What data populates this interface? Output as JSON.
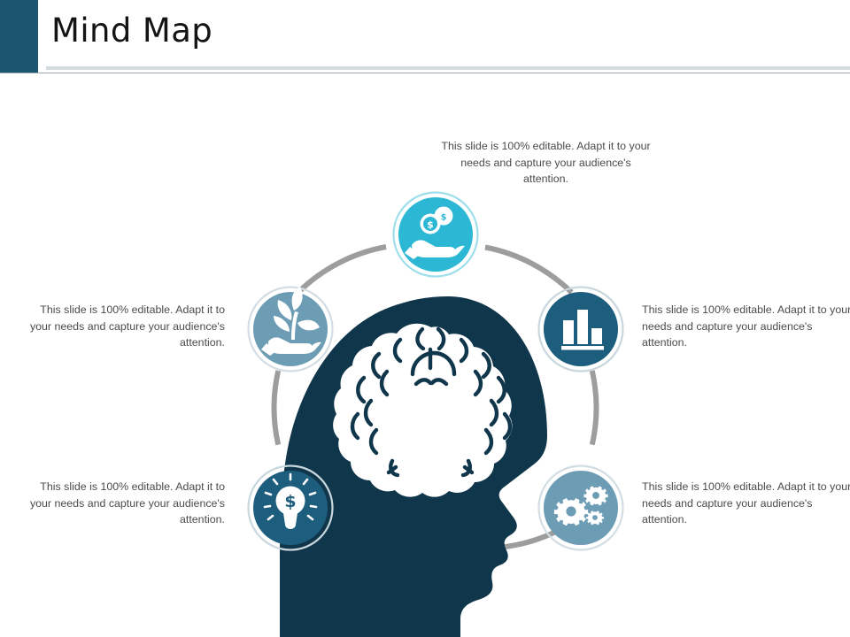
{
  "slide": {
    "title": "Mind Map",
    "accent_color": "#1b5670",
    "background_color": "#ffffff",
    "divider_color": "#d3dbdf"
  },
  "diagram": {
    "type": "circular-mind-map",
    "center": {
      "icon": "head-with-brain-icon",
      "label": "Head with brain silhouette",
      "color": "#10364b"
    },
    "ring": {
      "color": "#9d9d9d",
      "stroke_width": 6
    },
    "nodes": [
      {
        "position": "top",
        "icon": "hand-with-coins-icon",
        "icon_label": "Hand holding dollar coins",
        "fill": "#2cb8d4",
        "ring_stroke": "#9fdfeb"
      },
      {
        "position": "right-top",
        "icon": "bar-chart-icon",
        "icon_label": "Bar chart",
        "fill": "#1d5d7e",
        "ring_stroke": "#c9d7de"
      },
      {
        "position": "right-bottom",
        "icon": "gears-icon",
        "icon_label": "Three gears",
        "fill": "#6d9cb5",
        "ring_stroke": "#d3dee4"
      },
      {
        "position": "left-bottom",
        "icon": "lightbulb-dollar-icon",
        "icon_label": "Light bulb with dollar sign",
        "fill": "#1d5d7e",
        "ring_stroke": "#c9d7de"
      },
      {
        "position": "left-top",
        "icon": "hand-with-plant-icon",
        "icon_label": "Hand holding growing plant",
        "fill": "#6d9cb5",
        "ring_stroke": "#d3dee4"
      }
    ]
  },
  "captions": {
    "top": "This slide is 100% editable. Adapt it to your needs and capture your audience's attention.",
    "right_1": "This slide is 100% editable. Adapt it to your needs and capture your audience's attention.",
    "right_2": "This slide is 100% editable. Adapt it to your needs and capture your audience's attention.",
    "left_1": "This slide is 100% editable. Adapt it to your needs and capture your audience's attention.",
    "left_2": "This slide is 100% editable. Adapt it to your needs and capture your audience's attention."
  }
}
